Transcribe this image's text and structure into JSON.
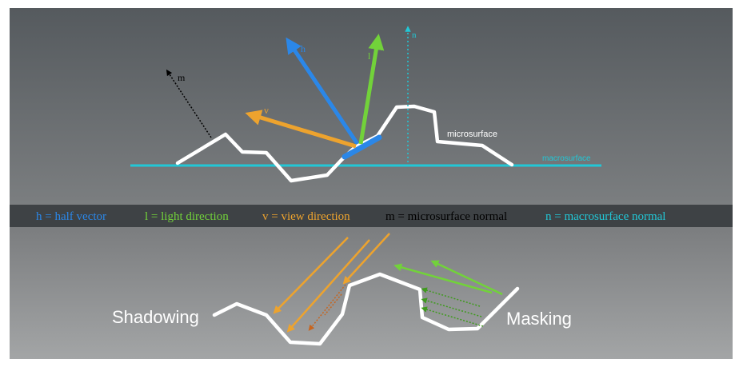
{
  "vectors": {
    "h": "h",
    "l": "l",
    "v": "v",
    "m": "m",
    "n": "n"
  },
  "surface_labels": {
    "microsurface": "microsurface",
    "macrosurface": "macrosurface"
  },
  "legend": [
    {
      "text": "h = half vector",
      "color": "#2b87e8"
    },
    {
      "text": "l = light direction",
      "color": "#72d23a"
    },
    {
      "text": "v = view direction",
      "color": "#eda32e"
    },
    {
      "text": "m = microsurface normal",
      "color": "#000000"
    },
    {
      "text": "n = macrosurface normal",
      "color": "#22c7d6"
    }
  ],
  "bottom_labels": {
    "shadowing": "Shadowing",
    "masking": "Masking"
  },
  "colors": {
    "half": "#2b87e8",
    "light": "#72d23a",
    "view": "#eda32e",
    "normal_m": "#000000",
    "normal_n": "#22c7d6",
    "shadow_ray": "#c8651e",
    "mask_ray": "#3f9a1e",
    "surface": "#ffffff"
  }
}
